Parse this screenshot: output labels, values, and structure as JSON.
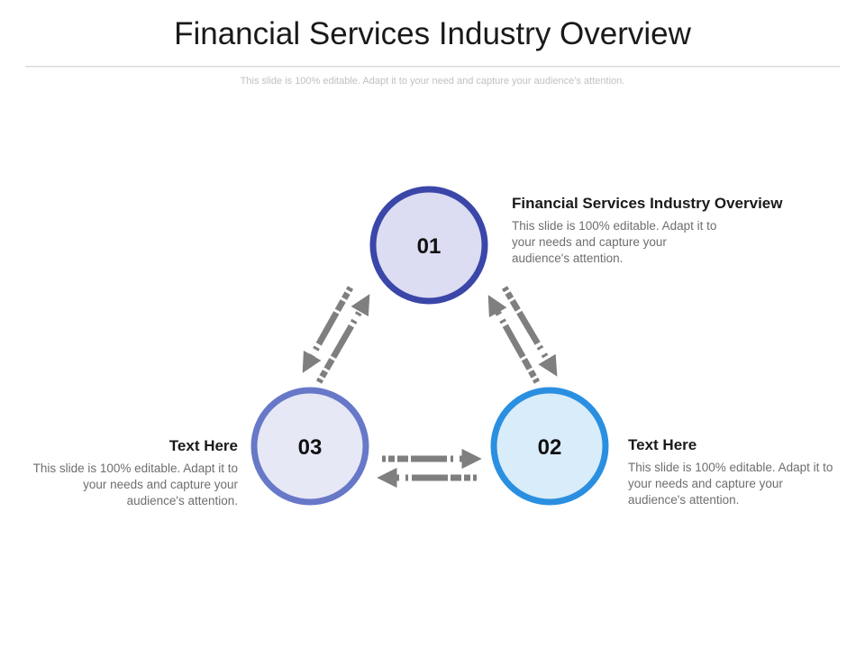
{
  "slide": {
    "title": "Financial Services Industry Overview",
    "subtitle": "This slide is 100% editable. Adapt it to your need and capture your audience’s attention."
  },
  "nodes": [
    {
      "number": "01",
      "heading": "Financial Services Industry Overview",
      "body": "This slide is 100% editable. Adapt it to your needs and capture your audience's attention.",
      "fill": "#dcdcf2",
      "stroke": "#3a46a8"
    },
    {
      "number": "02",
      "heading": "Text Here",
      "body": "This slide is 100% editable. Adapt it to your needs and capture your audience's attention.",
      "fill": "#d9ecf9",
      "stroke": "#2a8fe0"
    },
    {
      "number": "03",
      "heading": "Text Here",
      "body": "This slide is 100% editable. Adapt it to your needs and capture your audience's attention.",
      "fill": "#e6e8f6",
      "stroke": "#6878c8"
    }
  ],
  "colors": {
    "arrow": "#7f7f7f"
  },
  "icons": {
    "connector": "dashed-double-arrow-icon"
  }
}
